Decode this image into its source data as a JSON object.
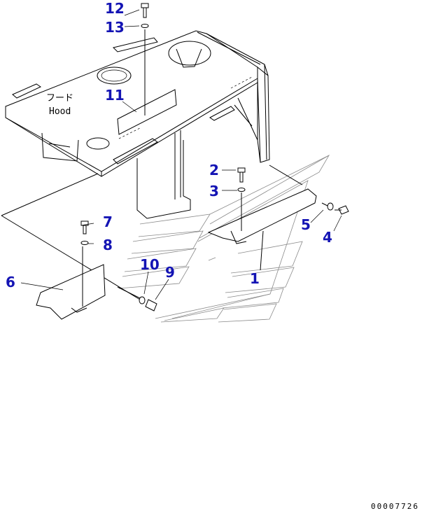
{
  "part_name_jp": "フード",
  "part_name_en": "Hood",
  "drawing_code": "00007726",
  "callouts": [
    "1",
    "2",
    "3",
    "4",
    "5",
    "6",
    "7",
    "8",
    "9",
    "10",
    "11",
    "12",
    "13"
  ],
  "callout_color": "#1414b4"
}
